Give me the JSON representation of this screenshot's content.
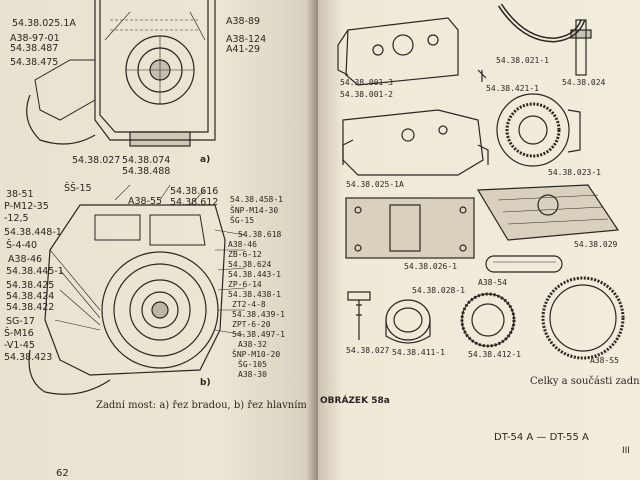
{
  "left_page": {
    "top_figure_labels": {
      "l1": "54.38.025.1A",
      "l2": "A38-97-01",
      "l3": "54.38.487",
      "l4": "54.38.475",
      "r1": "A38-89",
      "r2": "A38-124",
      "r3": "A41-29",
      "b1": "54.38.027",
      "b2": "54.38.074",
      "b3": "54.38.488",
      "sub": "a)"
    },
    "bottom_figure_labels": {
      "left": [
        "38-51",
        "P-M12-35",
        "-12,5",
        "54.38.448-1",
        "Š-4-40",
        "A38-46",
        "54.38.445-1",
        "54.38.425",
        "54.38.424",
        "54.38.422",
        "SG-17",
        "Š-M16",
        "-V1-45",
        "54.38.423"
      ],
      "top": [
        "ŠŠ-15",
        "A38-55",
        "54.38.616",
        "54.38.612",
        "54.38.458-1",
        "ŠNP-M14-30",
        "ŠG-15"
      ],
      "right": [
        "54.38.618",
        "A38-46",
        "ZB-6-12",
        "54.38.624",
        "54.38.443-1",
        "ZP-6-14",
        "54.38.438-1",
        "ZT2-4-8",
        "54.38.439-1",
        "ZPT-6-20",
        "54.38.497-1",
        "A38-32",
        "ŠNP-M10-20",
        "ŠG-105",
        "A38-30"
      ],
      "sub": "b)"
    },
    "caption": "Zadní most: a) řez bradou, b) řez hlavním převodem",
    "page_number": "62"
  },
  "right_page": {
    "labels": {
      "p1": "54.38.001-3",
      "p2": "54.38.001-2",
      "p3": "54.38.421-1",
      "p4": "54.38.024",
      "p5": "54.38.021-1",
      "p6": "54.38.025-1A",
      "p7": "54.38.023-1",
      "p8": "54.38.026-1",
      "p9": "54.38.029",
      "p10": "A38-54",
      "p11": "54.38.028-1",
      "p12": "54.38.027",
      "p13": "54.38.411-1",
      "p14": "54.38.412-1",
      "p15": "A38-S5"
    },
    "figure_title": "OBRÁZEK 58a",
    "caption": "Celky a součásti zadního",
    "footer": "DT-54 A — DT-55 A",
    "footer_marks": "III"
  }
}
